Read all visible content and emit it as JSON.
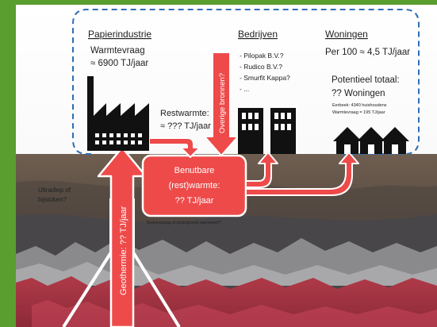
{
  "papier": {
    "title": "Papierindustrie",
    "demand_label": "Warmtevraag",
    "demand_value": "≈ 6900 TJ/jaar"
  },
  "bedrijven": {
    "title": "Bedrijven",
    "items": [
      "- Pilopak B.V.?",
      "- Rudico B.V.?",
      "- Smurfit Kappa?",
      "- ..."
    ]
  },
  "woningen": {
    "title": "Woningen",
    "per100": "Per 100 ≈ 4,5 TJ/jaar",
    "potential_label": "Potentieel totaal:",
    "potential_value": "?? Woningen",
    "note_households": "Eerbeek: 4340 huishoudens",
    "note_demand": "Warmtevraag = 195 TJ/jaar"
  },
  "restwarmte": {
    "label": "Restwarmte:",
    "value": "≈ ??? TJ/jaar"
  },
  "overige": "Overige bronnen?",
  "benutbare": {
    "line1": "Benutbare",
    "line2": "(rest)warmte:",
    "line3": "?? TJ/jaar"
  },
  "bodemopslag": "Bodemopslag of ondergronds warmtenet?",
  "ultradiep": {
    "line1": "Ultradiep of",
    "line2": "bijstoken?"
  },
  "geothermie": "Geothermie: ?? TJ/jaar",
  "colors": {
    "frame": "#5a9e2f",
    "arrow": "#ee4a4a",
    "ground_top": "#6b5a4c",
    "dashed": "#2f6db5"
  }
}
